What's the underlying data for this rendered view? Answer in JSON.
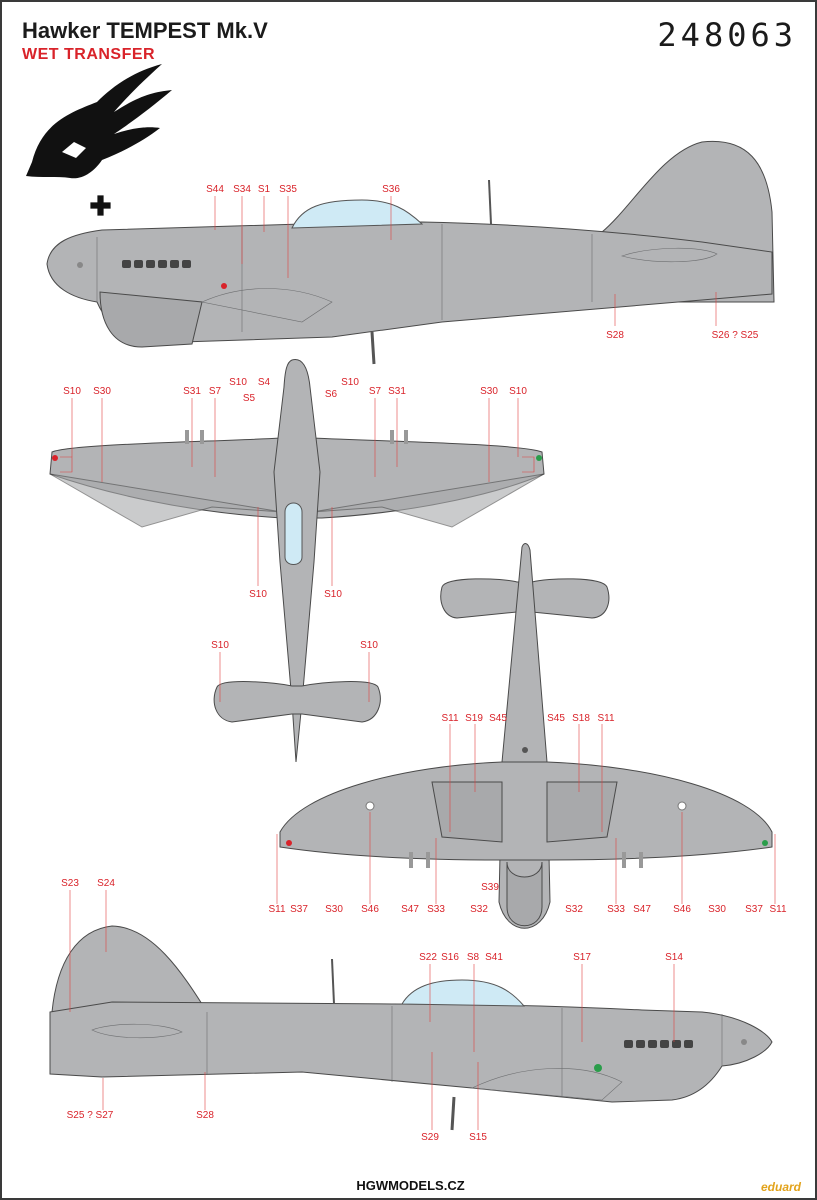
{
  "header": {
    "title": "Hawker TEMPEST Mk.V",
    "subtitle": "WET TRANSFER",
    "code": "248063"
  },
  "footer": {
    "site": "HGWMODELS.CZ",
    "brand": "eduard"
  },
  "colors": {
    "aircraft_grey": "#b3b4b6",
    "label_red": "#d9232a",
    "canopy": "#cfeaf5"
  },
  "icons": {
    "emblem": "eagle-with-iron-cross-icon"
  },
  "labels": {
    "side_top": [
      "S44",
      "S34",
      "S1",
      "S35",
      "S36",
      "S28",
      "S26 ? S25"
    ],
    "top_view": [
      "S10",
      "S30",
      "S31",
      "S7",
      "S10",
      "S5",
      "S4",
      "S6",
      "S10",
      "S7",
      "S31",
      "S30",
      "S10",
      "S10",
      "S10",
      "S10",
      "S10"
    ],
    "bottom_view": [
      "S11",
      "S19",
      "S45",
      "S45",
      "S18",
      "S11",
      "S11",
      "S37",
      "S30",
      "S46",
      "S47",
      "S33",
      "S39",
      "S32",
      "S32",
      "S33",
      "S47",
      "S46",
      "S30",
      "S37",
      "S11"
    ],
    "side_bottom": [
      "S23",
      "S24",
      "S22",
      "S16",
      "S8",
      "S41",
      "S17",
      "S14",
      "S25 ? S27",
      "S28",
      "S29",
      "S15"
    ]
  }
}
